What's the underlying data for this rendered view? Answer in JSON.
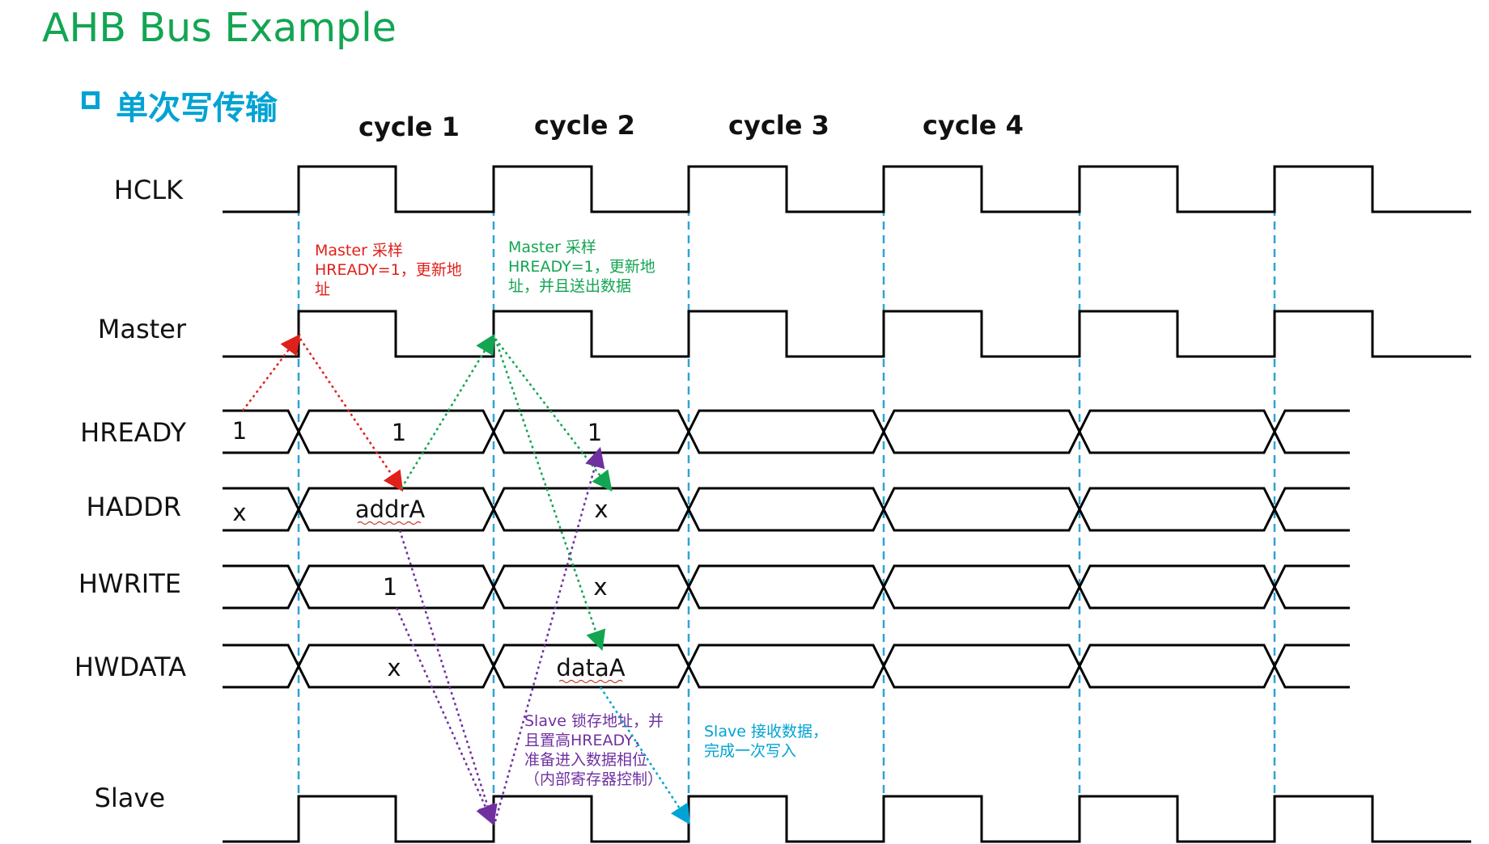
{
  "title": "AHB Bus Example",
  "subtitle": "单次写传输",
  "cycles": [
    "cycle 1",
    "cycle 2",
    "cycle 3",
    "cycle 4"
  ],
  "signals": [
    "HCLK",
    "Master",
    "HREADY",
    "HADDR",
    "HWRITE",
    "HWDATA",
    "Slave"
  ],
  "values": {
    "HREADY": [
      "1",
      "1",
      "1"
    ],
    "HADDR": [
      "x",
      "addrA",
      "x"
    ],
    "HWRITE": [
      "1",
      "x"
    ],
    "HWDATA": [
      "x",
      "dataA"
    ]
  },
  "annotations": {
    "master_sample_1": [
      "Master 采样",
      "HREADY=1，更新地",
      "址"
    ],
    "master_sample_2": [
      "Master 采样",
      "HREADY=1，更新地",
      "址，并且送出数据"
    ],
    "slave_latch": [
      "Slave 锁存地址，并",
      "且置高HREADY，",
      "准备进入数据相位",
      "（内部寄存器控制）"
    ],
    "slave_receive": [
      "Slave 接收数据，",
      "完成一次写入"
    ]
  },
  "colors": {
    "title": "#13a552",
    "subtitle": "#00a3d4",
    "dashed_lines": "#2fa3d6",
    "annotation_red": "#e0201b",
    "annotation_green": "#13a552",
    "annotation_purple": "#7030a0",
    "annotation_cyan": "#00a3d4"
  }
}
